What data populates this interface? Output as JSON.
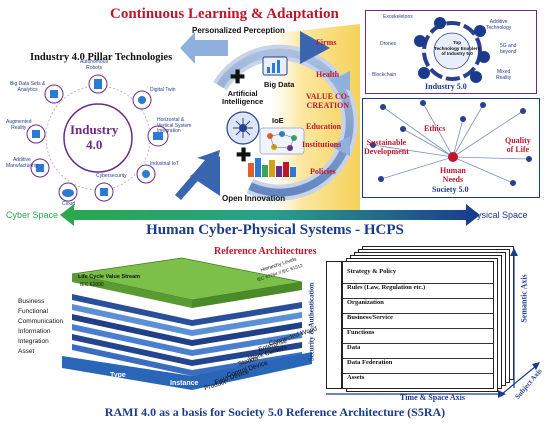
{
  "top": {
    "title": "Continuous Learning & Adaptation",
    "personalized": "Personalized Perception",
    "open_innovation": "Open Innovation",
    "ai": "Artificial\nIntelligence",
    "big_data": "Big Data",
    "ioe": "IoE"
  },
  "industry40": {
    "title": "Industry 4.0 Pillar Technologies",
    "center": "Industry\n4.0",
    "pillars": [
      "Autonomous\nRobots",
      "Digital Twin",
      "Horizontal &\nVertical System\nIntegration",
      "Industrial IoT",
      "Cybersecurity",
      "Cloud",
      "Additive\nManufacturing",
      "Augmented\nReality",
      "Big Data Sets &\nAnalytics"
    ]
  },
  "society_column": {
    "items": [
      "Firms",
      "Health",
      "VALUE CO-\nCREATION",
      "Education",
      "Institutions",
      "Policies"
    ]
  },
  "industry50": {
    "center": "Top\nTechnology Enablers\nof Industry 5.0",
    "label": "Industry 5.0",
    "nodes": [
      "Exoskeletons",
      "Additive\nTechnology",
      "5G and\nbeyond",
      "Mixed\nReality",
      "Blockchain",
      "Drones"
    ]
  },
  "society50": {
    "label": "Society 5.0",
    "ethics": "Ethics",
    "quality": "Quality\nof Life",
    "sustainable": "Sustainable\nDevelopment",
    "human_needs": "Human\nNeeds"
  },
  "middle": {
    "cyber": "Cyber Space",
    "physical": "Physical Space",
    "hcps": "Human Cyber-Physical Systems - HCPS",
    "ref_arch": "Reference Architectures"
  },
  "rami": {
    "lifecycle": "Life Cycle Value Stream",
    "iec": "IEC 62890",
    "hierarchy": "Hierarchy Levels",
    "hierarchy_iec": "IEC 62264 // IEC 61512",
    "layers": [
      "Business",
      "Functional",
      "Communication",
      "Information",
      "Integration",
      "Asset"
    ],
    "levels": [
      "Connected World",
      "Enterprise",
      "Work Centers",
      "Station",
      "Control Device",
      "Field Device",
      "Product"
    ],
    "type": "Type",
    "instance": "Instance"
  },
  "s5ra": {
    "security": "Security & Authentication",
    "rows": [
      "Strategy & Policy",
      "Rules (Law, Regulation etc.)",
      "Organization",
      "Business/Service",
      "Functions",
      "Data",
      "Data Federation",
      "Assets"
    ],
    "semantic_axis": "Semantic Axis",
    "time_space": "Time & Space Axis",
    "subject_axis": "Subject Axis"
  },
  "bottom": {
    "title": "RAMI 4.0 as a basis for Society 5.0 Reference Architecture (S5RA)"
  },
  "colors": {
    "red": "#c0162c",
    "navy": "#1a3a8c",
    "purple": "#6a2b86",
    "yellow": "#f9d96a"
  }
}
